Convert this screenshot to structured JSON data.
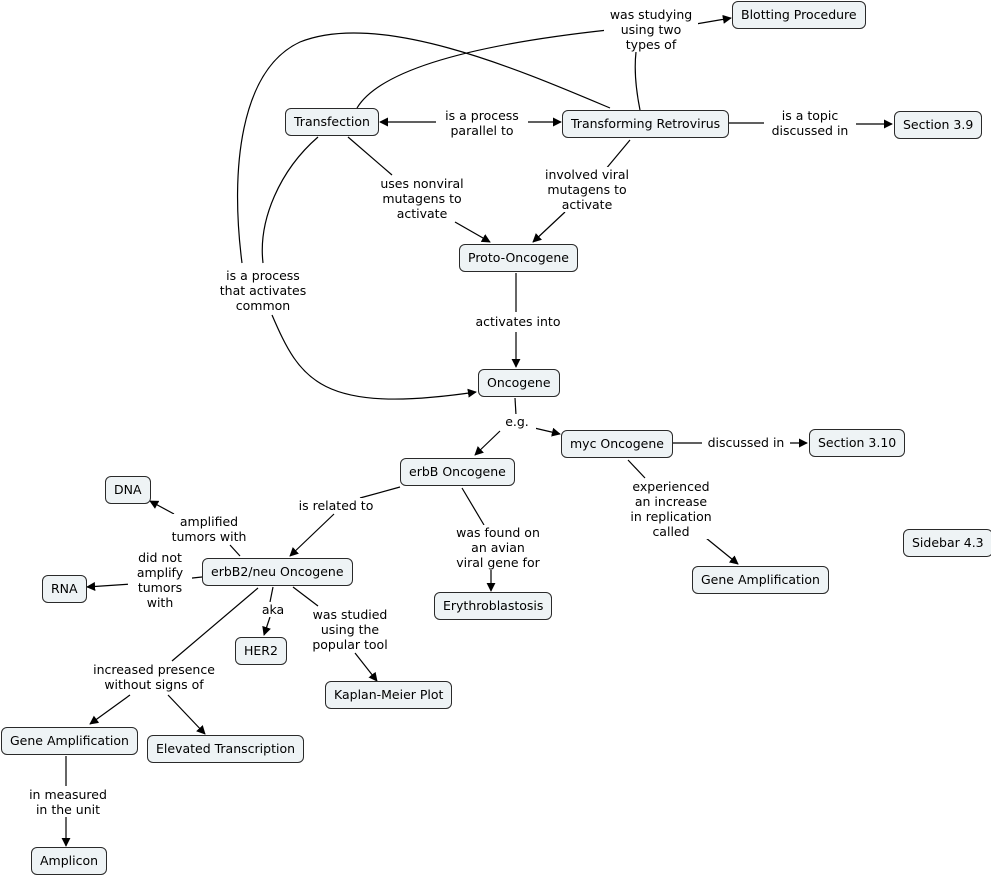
{
  "concepts": {
    "blotting": "Blotting Procedure",
    "transfection": "Transfection",
    "retrovirus": "Transforming Retrovirus",
    "section39": "Section 3.9",
    "protooncogene": "Proto-Oncogene",
    "oncogene": "Oncogene",
    "erbb": "erbB Oncogene",
    "myc": "myc Oncogene",
    "section310": "Section 3.10",
    "dna": "DNA",
    "rna": "RNA",
    "erbb2": "erbB2/neu Oncogene",
    "erythroblastosis": "Erythroblastosis",
    "geneamp_myc": "Gene Amplification",
    "sidebar43": "Sidebar 4.3",
    "her2": "HER2",
    "kaplan": "Kaplan-Meier Plot",
    "geneamp": "Gene Amplification",
    "elevated": "Elevated Transcription",
    "amplicon": "Amplicon"
  },
  "links": {
    "studying": "was studying\nusing two\ntypes of",
    "parallel": "is a process\nparallel to",
    "topic": "is a topic\ndiscussed in",
    "nonviral": "uses nonviral\nmutagens to\nactivate",
    "viral": "involved viral\nmutagens to\nactivate",
    "common": "is a process\nthat activates\ncommon",
    "activates": "activates into",
    "eg": "e.g.",
    "discussed": "discussed in",
    "related": "is related to",
    "increase": "experienced\nan increase\nin replication\ncalled",
    "avian": "was found on\nan avian\nviral gene for",
    "amplified": "amplified\ntumors with",
    "notamplify": "did not\namplify\ntumors\nwith",
    "aka": "aka",
    "studied": "was studied\nusing the\npopular tool",
    "presence": "increased presence\nwithout signs of",
    "measured": "in measured\nin the unit"
  }
}
